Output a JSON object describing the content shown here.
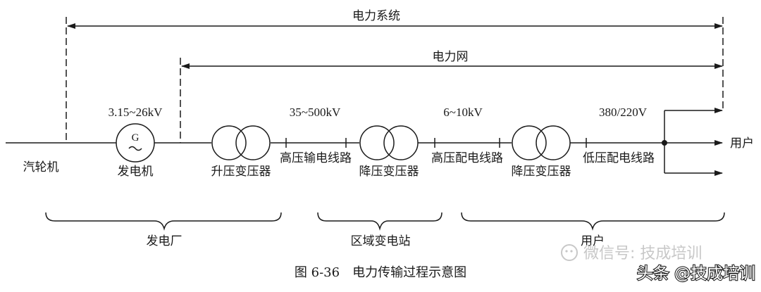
{
  "labels": {
    "power_system": "电力系统",
    "power_grid": "电力网",
    "turbine": "汽轮机",
    "gen_voltage": "3.15~26kV",
    "generator_symbol": "G",
    "generator": "发电机",
    "step_up_transformer": "升压变压器",
    "hv_voltage": "35~500kV",
    "hv_transmission_line": "高压输电线路",
    "step_down_transformer_1": "降压变压器",
    "mv_voltage": "6~10kV",
    "hv_distribution_line": "高压配电线路",
    "step_down_transformer_2": "降压变压器",
    "lv_voltage": "380/220V",
    "lv_distribution_line": "低压配电线路",
    "user_output": "用户"
  },
  "groups": {
    "power_plant": "发电厂",
    "regional_substation": "区域变电站",
    "users": "用户"
  },
  "caption": "图 6-36　电力传输过程示意图",
  "watermarks": {
    "wechat": "微信号: 技成培训",
    "toutiao": "头条 @技成培训"
  },
  "colors": {
    "line": "#1a1a1a",
    "watermark": "#c8c8c8"
  }
}
